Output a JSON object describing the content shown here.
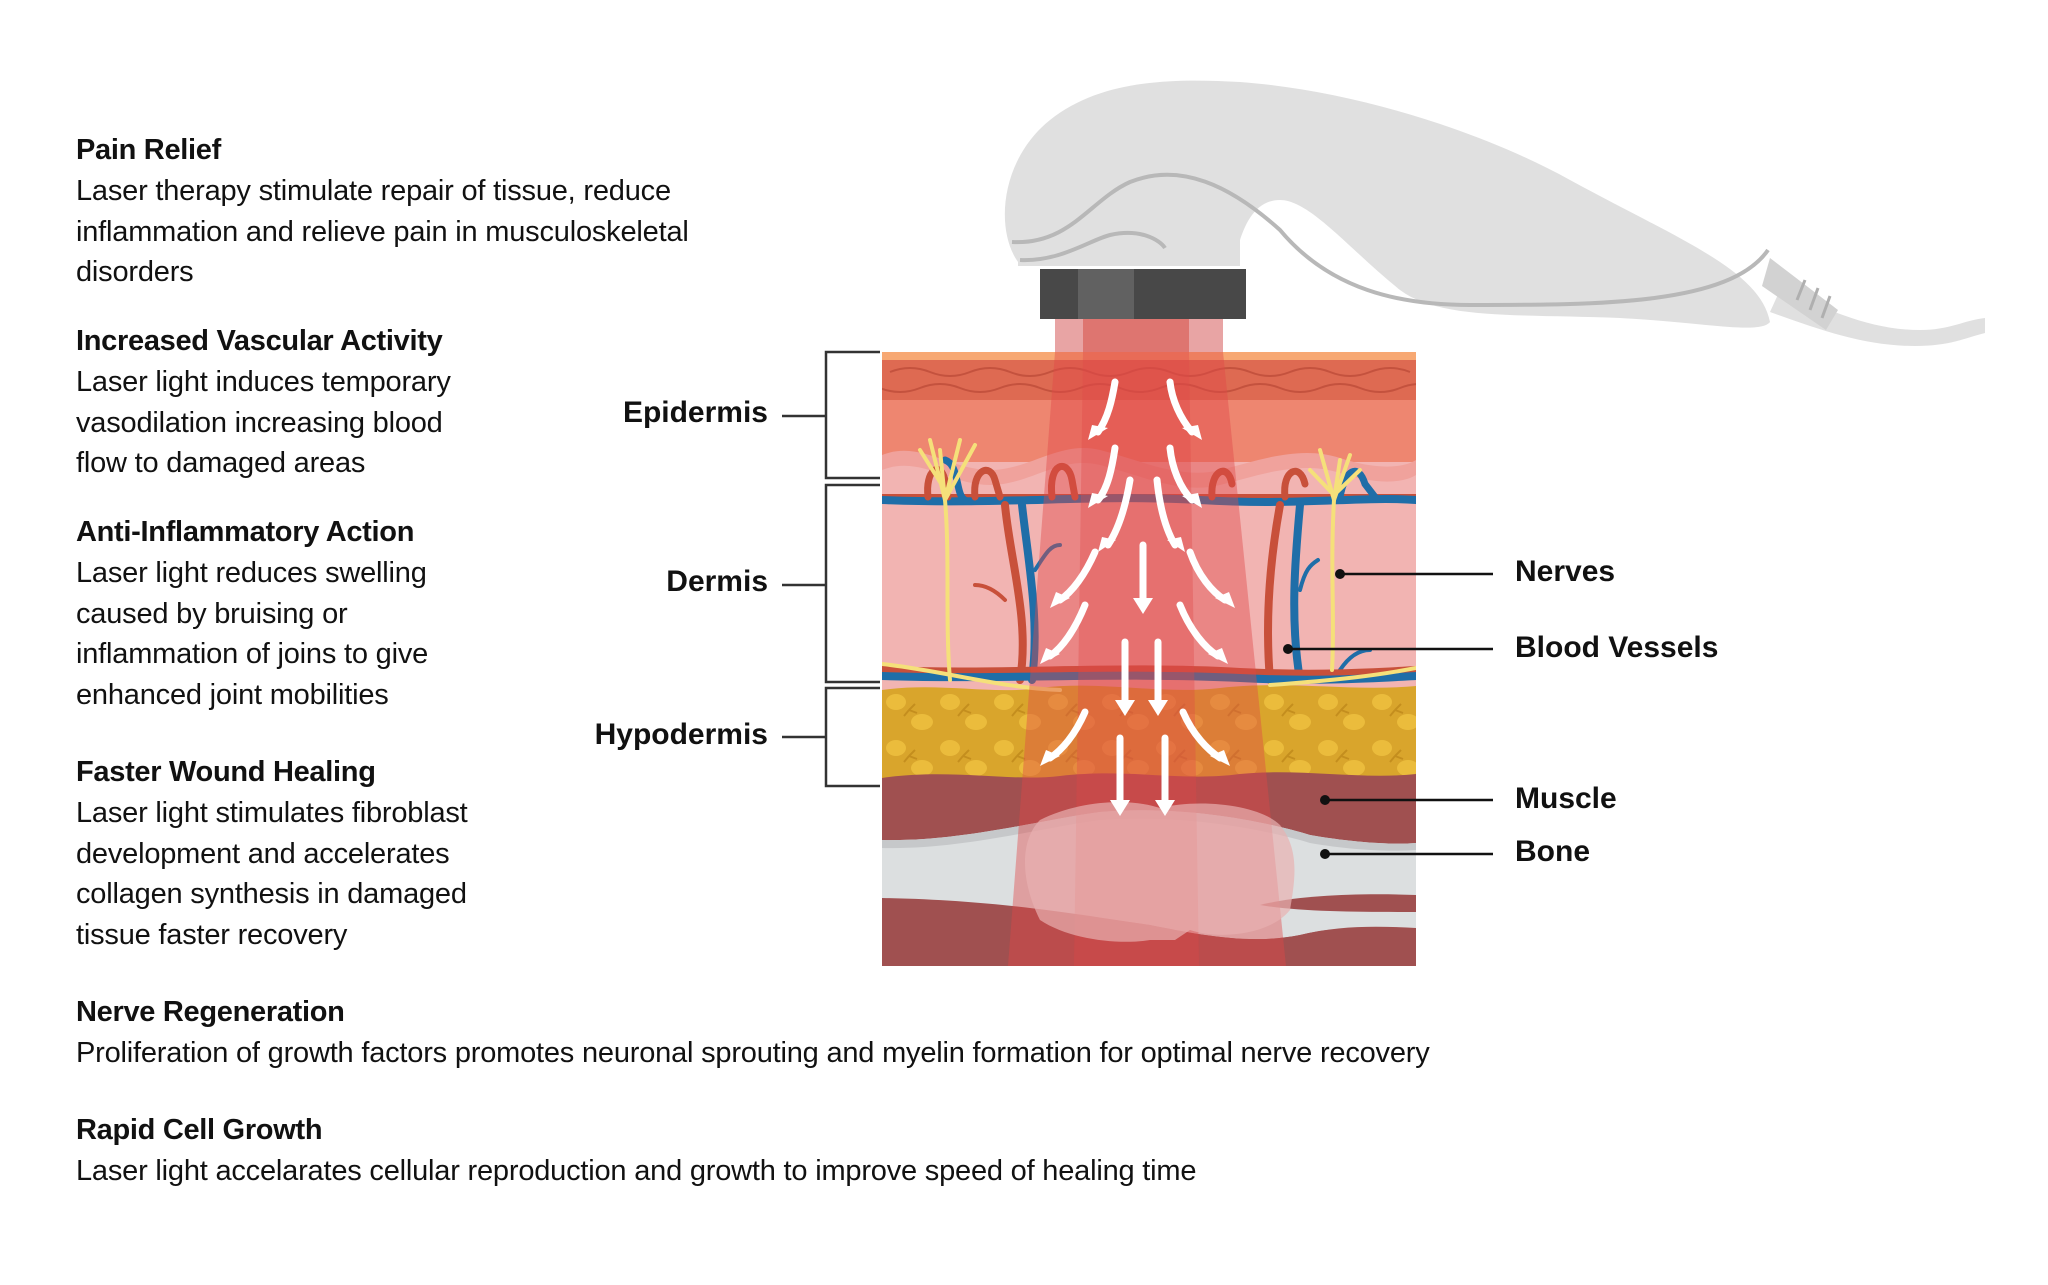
{
  "title": "Laser therapy benefits and skin layer penetration",
  "benefits": [
    {
      "heading": "Pain Relief",
      "lines": [
        "Laser therapy stimulate repair of  tissue, reduce",
        "inflammation and relieve pain in musculoskeletal",
        "disorders"
      ]
    },
    {
      "heading": "Increased Vascular Activity",
      "lines": [
        "Laser light induces temporary",
        "vasodilation increasing blood",
        "flow to damaged areas"
      ]
    },
    {
      "heading": "Anti-Inflammatory Action",
      "lines": [
        "Laser light reduces swelling",
        "caused by bruising or",
        "inflammation of joins to give",
        "enhanced joint mobilities"
      ]
    },
    {
      "heading": "Faster Wound Healing",
      "lines": [
        "Laser light stimulates fibroblast",
        "development and accelerates",
        "collagen synthesis in damaged",
        "tissue faster recovery"
      ]
    },
    {
      "heading": "Nerve Regeneration",
      "lines": [
        "Proliferation of growth factors promotes neuronal sprouting and myelin formation for optimal nerve recovery"
      ]
    },
    {
      "heading": "Rapid Cell Growth",
      "lines": [
        "Laser light accelarates cellular reproduction and growth to improve speed of healing time"
      ]
    }
  ],
  "layers": {
    "epidermis": "Epidermis",
    "dermis": "Dermis",
    "hypodermis": "Hypodermis"
  },
  "structures": {
    "nerves": "Nerves",
    "blood_vessels": "Blood Vessels",
    "muscle": "Muscle",
    "bone": "Bone"
  },
  "colors": {
    "stratum_corneum": "#F7A873",
    "epidermis_top": "#DE6A52",
    "epidermis": "#EE8670",
    "dermis": "#F2B4B2",
    "fat": "#D9A52C",
    "fat_cell": "#EBBC3C",
    "muscle": "#A05050",
    "bone": "#DCDFE0",
    "bone_shade": "#C6C8CA",
    "vein": "#1F6EA8",
    "artery": "#C8503A",
    "nerve": "#F5E07A",
    "laser_beam": "#E04848",
    "device_body": "#E0E0E0",
    "device_line": "#B8B8B8",
    "device_head": "#484848",
    "device_head_highlight": "#616161",
    "arrow": "#FFFFFF",
    "leader_line": "#111111"
  }
}
